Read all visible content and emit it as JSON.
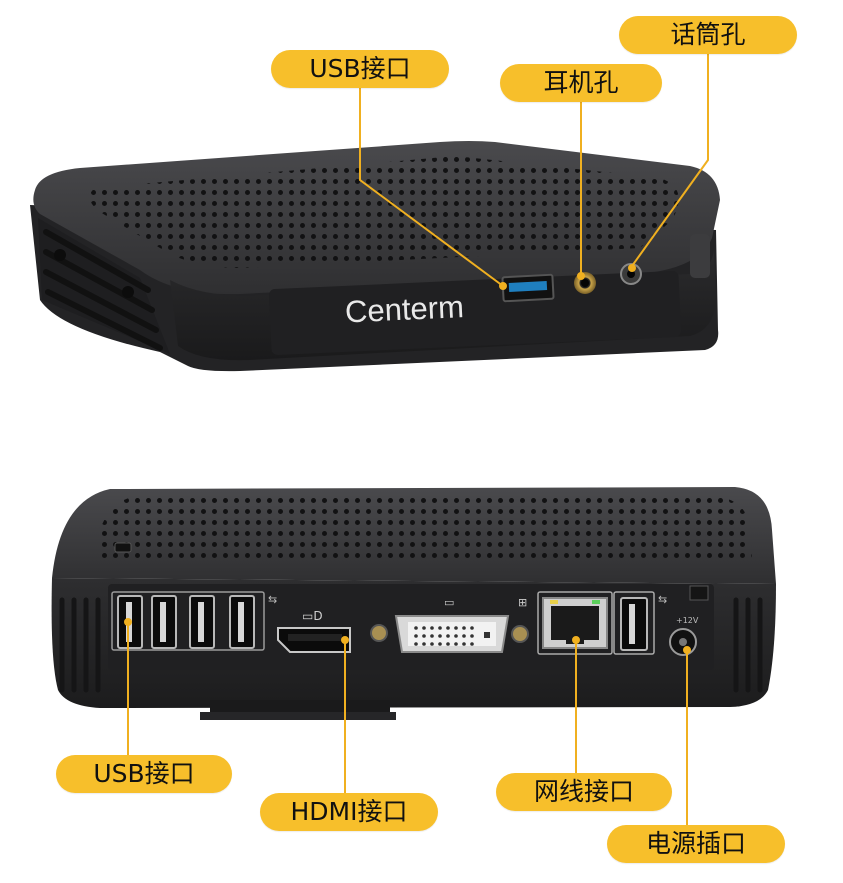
{
  "brand": {
    "logo_text": "Centerm"
  },
  "callouts": {
    "usb_top": "USB接口",
    "earphone": "耳机孔",
    "microphone": "话筒孔",
    "usb_bottom": "USB接口",
    "hdmi": "HDMI接口",
    "lan": "网线接口",
    "power": "电源插口"
  },
  "port_marks": {
    "power_voltage": "+12V"
  },
  "colors": {
    "callout_fill": "#f7bf2b",
    "leader_line": "#f0b020",
    "device_body": "#2b2b2d",
    "usb_accent": "#1f7fbf"
  }
}
